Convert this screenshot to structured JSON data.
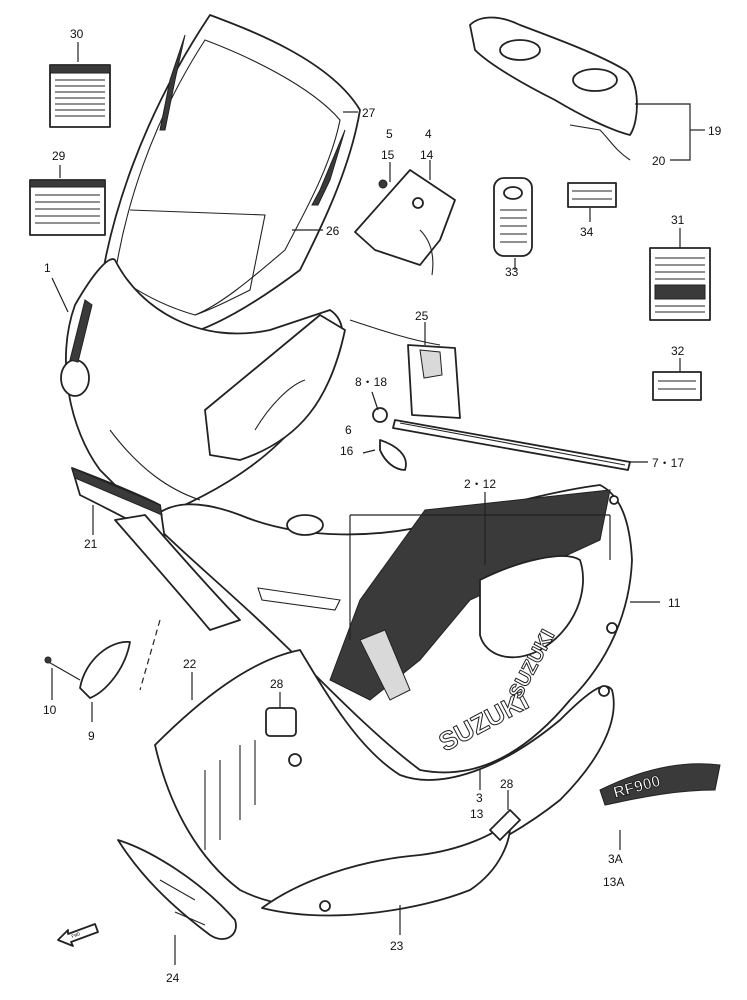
{
  "labels": {
    "l1": "1",
    "l3": "3",
    "l3a": "3A",
    "l13": "13",
    "l13a": "13A",
    "l2_12": "2・12",
    "l4": "4",
    "l14": "14",
    "l5": "5",
    "l15": "15",
    "l6": "6",
    "l16": "16",
    "l7_17": "7・17",
    "l8_18": "8・18",
    "l9": "9",
    "l10": "10",
    "l11": "11",
    "l19": "19",
    "l20": "20",
    "l21": "21",
    "l22": "22",
    "l23": "23",
    "l24": "24",
    "l25": "25",
    "l26": "26",
    "l27": "27",
    "l28a": "28",
    "l28b": "28",
    "l29": "29",
    "l30": "30",
    "l31": "31",
    "l32": "32",
    "l33": "33",
    "l34": "34"
  },
  "decals": {
    "suzuki_lower": "SUZUKI",
    "suzuki_side": "SUZUKI",
    "badge": "RF900"
  },
  "front_arrow": "FWD",
  "colors": {
    "ink": "#222222",
    "shade": "#3a3a3a",
    "paper": "#ffffff"
  }
}
